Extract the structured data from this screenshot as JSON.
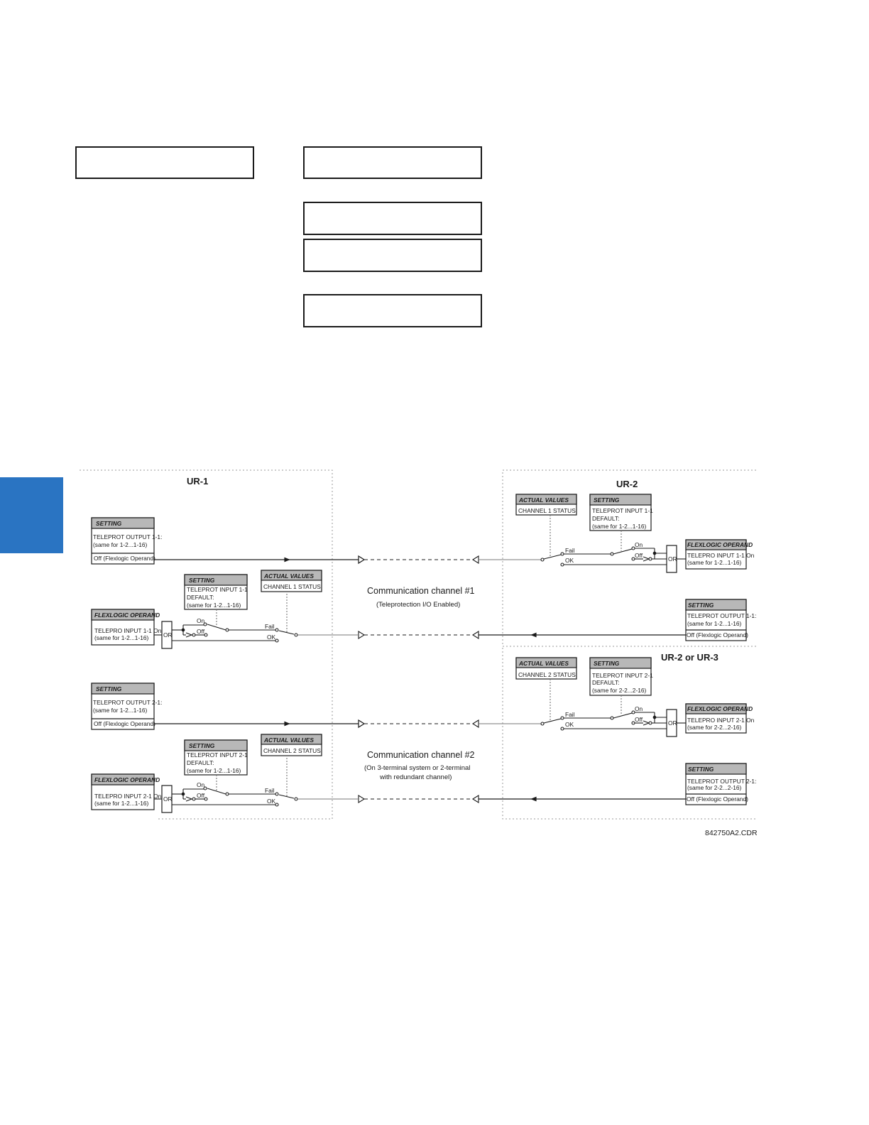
{
  "colors": {
    "side_tab": "#2a74c2",
    "header_fill": "#b8b8b8",
    "line": "#1a1a1a",
    "dotted": "#9a9a9a"
  },
  "sections": {
    "ur1": "UR-1",
    "ur2": "UR-2",
    "ur23": "UR-2 or UR-3"
  },
  "channels": {
    "ch1_title": "Communication channel #1",
    "ch1_sub": "(Teleprotection I/O Enabled)",
    "ch2_title": "Communication channel #2",
    "ch2_sub1": "(On 3-terminal system or 2-terminal",
    "ch2_sub2": "with redundant channel)"
  },
  "ur1": {
    "setting_out1": {
      "header": "SETTING",
      "line1": "TELEPROT OUTPUT 1-1:",
      "line2": "(same for 1-2...1-16)",
      "footer": "Off (Flexlogic Operand)"
    },
    "setting_in1": {
      "header": "SETTING",
      "line1": "TELEPROT INPUT 1-1",
      "line2": "DEFAULT:",
      "line3": "(same for 1-2...1-16)"
    },
    "actual_ch1": {
      "header": "ACTUAL VALUES",
      "line1": "CHANNEL 1 STATUS:"
    },
    "flex_in1": {
      "header": "FLEXLOGIC OPERAND",
      "line1": "TELEPRO INPUT 1-1 On",
      "line2": "(same for 1-2...1-16)"
    },
    "setting_out2": {
      "header": "SETTING",
      "line1": "TELEPROT OUTPUT 2-1:",
      "line2": "(same for 1-2...1-16)",
      "footer": "Off (Flexlogic Operand)"
    },
    "setting_in2": {
      "header": "SETTING",
      "line1": "TELEPROT INPUT 2-1",
      "line2": "DEFAULT:",
      "line3": "(same for 1-2...1-16)"
    },
    "actual_ch2": {
      "header": "ACTUAL VALUES",
      "line1": "CHANNEL 2 STATUS:"
    },
    "flex_in2": {
      "header": "FLEXLOGIC OPERAND",
      "line1": "TELEPRO INPUT 2-1 On",
      "line2": "(same for 1-2...1-16)"
    }
  },
  "ur2": {
    "actual_ch1": {
      "header": "ACTUAL VALUES",
      "line1": "CHANNEL 1 STATUS:"
    },
    "setting_in1": {
      "header": "SETTING",
      "line1": "TELEPROT INPUT 1-1",
      "line2": "DEFAULT:",
      "line3": "(same for 1-2...1-16)"
    },
    "flex_in1": {
      "header": "FLEXLOGIC OPERAND",
      "line1": "TELEPRO INPUT 1-1 On",
      "line2": "(same for 1-2...1-16)"
    },
    "setting_out1": {
      "header": "SETTING",
      "line1": "TELEPROT OUTPUT 1-1:",
      "line2": "(same for 1-2...1-16)",
      "footer": "Off (Flexlogic Operand)"
    }
  },
  "ur23": {
    "actual_ch2": {
      "header": "ACTUAL VALUES",
      "line1": "CHANNEL 2 STATUS:"
    },
    "setting_in2": {
      "header": "SETTING",
      "line1": "TELEPROT INPUT 2-1",
      "line2": "DEFAULT:",
      "line3": "(same for 2-2...2-16)"
    },
    "flex_in2": {
      "header": "FLEXLOGIC OPERAND",
      "line1": "TELEPRO INPUT 2-1 On",
      "line2": "(same for 2-2...2-16)"
    },
    "setting_out2": {
      "header": "SETTING",
      "line1": "TELEPROT OUTPUT 2-1:",
      "line2": "(same for 2-2...2-16)",
      "footer": "Off (Flexlogic Operand)"
    }
  },
  "gate": {
    "or": "OR"
  },
  "switch": {
    "fail": "Fail",
    "ok": "OK",
    "on": "On",
    "off": "Off"
  },
  "figure_code": "842750A2.CDR"
}
